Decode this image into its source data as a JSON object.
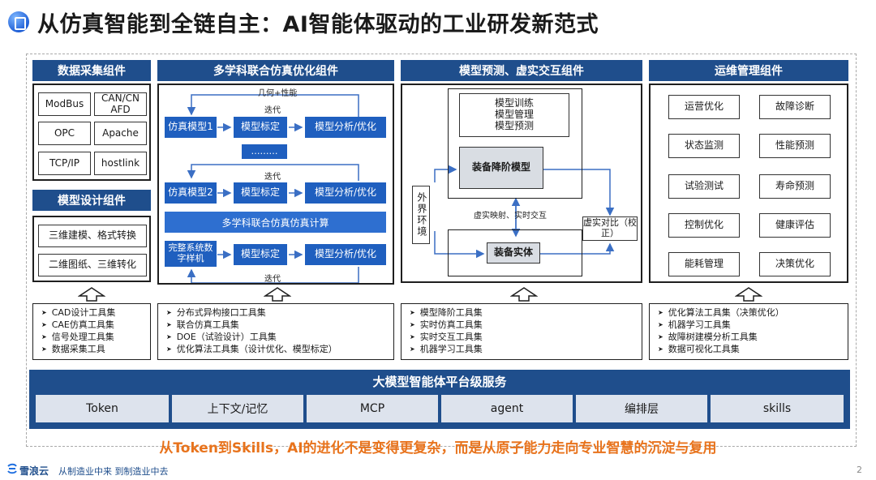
{
  "title": "从仿真智能到全链自主：AI智能体驱动的工业研发新范式",
  "colors": {
    "header_blue": "#1f4e8c",
    "box_blue": "#1f5fbf",
    "slogan": "#e8731c"
  },
  "data_collection": {
    "title": "数据采集组件",
    "items": [
      "ModBus",
      "CAN/CN AFD",
      "OPC",
      "Apache",
      "TCP/IP",
      "hostlink"
    ]
  },
  "model_design": {
    "title": "模型设计组件",
    "items": [
      "三维建模、格式转换",
      "二维图纸、三维转化"
    ]
  },
  "multi_sim": {
    "title": "多学科联合仿真优化组件",
    "geo_label": "几何+性能",
    "iter_label": "迭代",
    "row1": [
      "仿真模型1",
      "模型标定",
      "模型分析/优化"
    ],
    "dots": "………",
    "row2": [
      "仿真模型2",
      "模型标定",
      "模型分析/优化"
    ],
    "joint_calc": "多学科联合仿真仿真计算",
    "row3": [
      "完整系统数字样机",
      "模型标定",
      "模型分析/优化"
    ]
  },
  "prediction": {
    "title": "模型预测、虚实交互组件",
    "model_ops": [
      "模型训练",
      "模型管理",
      "模型预测"
    ],
    "reduced_model": "装备降阶模型",
    "external_env": "外界环境",
    "mapping_label": "虚实映射、实时交互",
    "comparison": "虚实对比（校正）",
    "entity": "装备实体"
  },
  "ops": {
    "title": "运维管理组件",
    "items": [
      "运营优化",
      "故障诊断",
      "状态监测",
      "性能预测",
      "试验测试",
      "寿命预测",
      "控制优化",
      "健康评估",
      "能耗管理",
      "决策优化"
    ]
  },
  "toolsets": [
    [
      "CAD设计工具集",
      "CAE仿真工具集",
      "信号处理工具集",
      "数据采集工具"
    ],
    [
      "分布式异构接口工具集",
      "联合仿真工具集",
      "DOE（试验设计）工具集",
      "优化算法工具集（设计优化、模型标定）"
    ],
    [
      "模型降阶工具集",
      "实时仿真工具集",
      "实时交互工具集",
      "机器学习工具集"
    ],
    [
      "优化算法工具集（决策优化）",
      "机器学习工具集",
      "故障树建模分析工具集",
      "数据可视化工具集"
    ]
  ],
  "platform": {
    "title": "大模型智能体平台级服务",
    "services": [
      "Token",
      "上下文/记忆",
      "MCP",
      "agent",
      "编排层",
      "skills"
    ]
  },
  "slogan": "从Token到Skills，AI的进化不是变得更复杂，而是从原子能力走向专业智慧的沉淀与复用",
  "footer": {
    "brand": "雪浪云",
    "tagline": "从制造业中来  到制造业中去",
    "page": "2"
  }
}
